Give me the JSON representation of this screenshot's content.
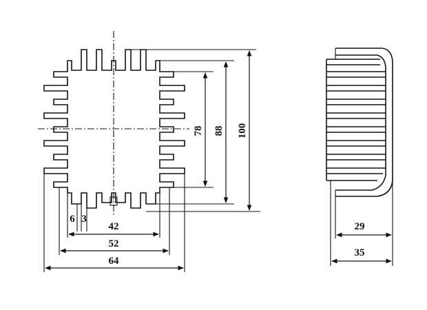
{
  "dimensions": {
    "fin_thickness": "6",
    "fin_gap": "3",
    "inner_width": "42",
    "base_width": "52",
    "overall_width": "64",
    "side_height_inner": "78",
    "side_height_mid": "88",
    "overall_height": "100",
    "depth_inner": "29",
    "depth_overall": "35"
  },
  "colors": {
    "line": "#111111",
    "background": "#ffffff"
  }
}
